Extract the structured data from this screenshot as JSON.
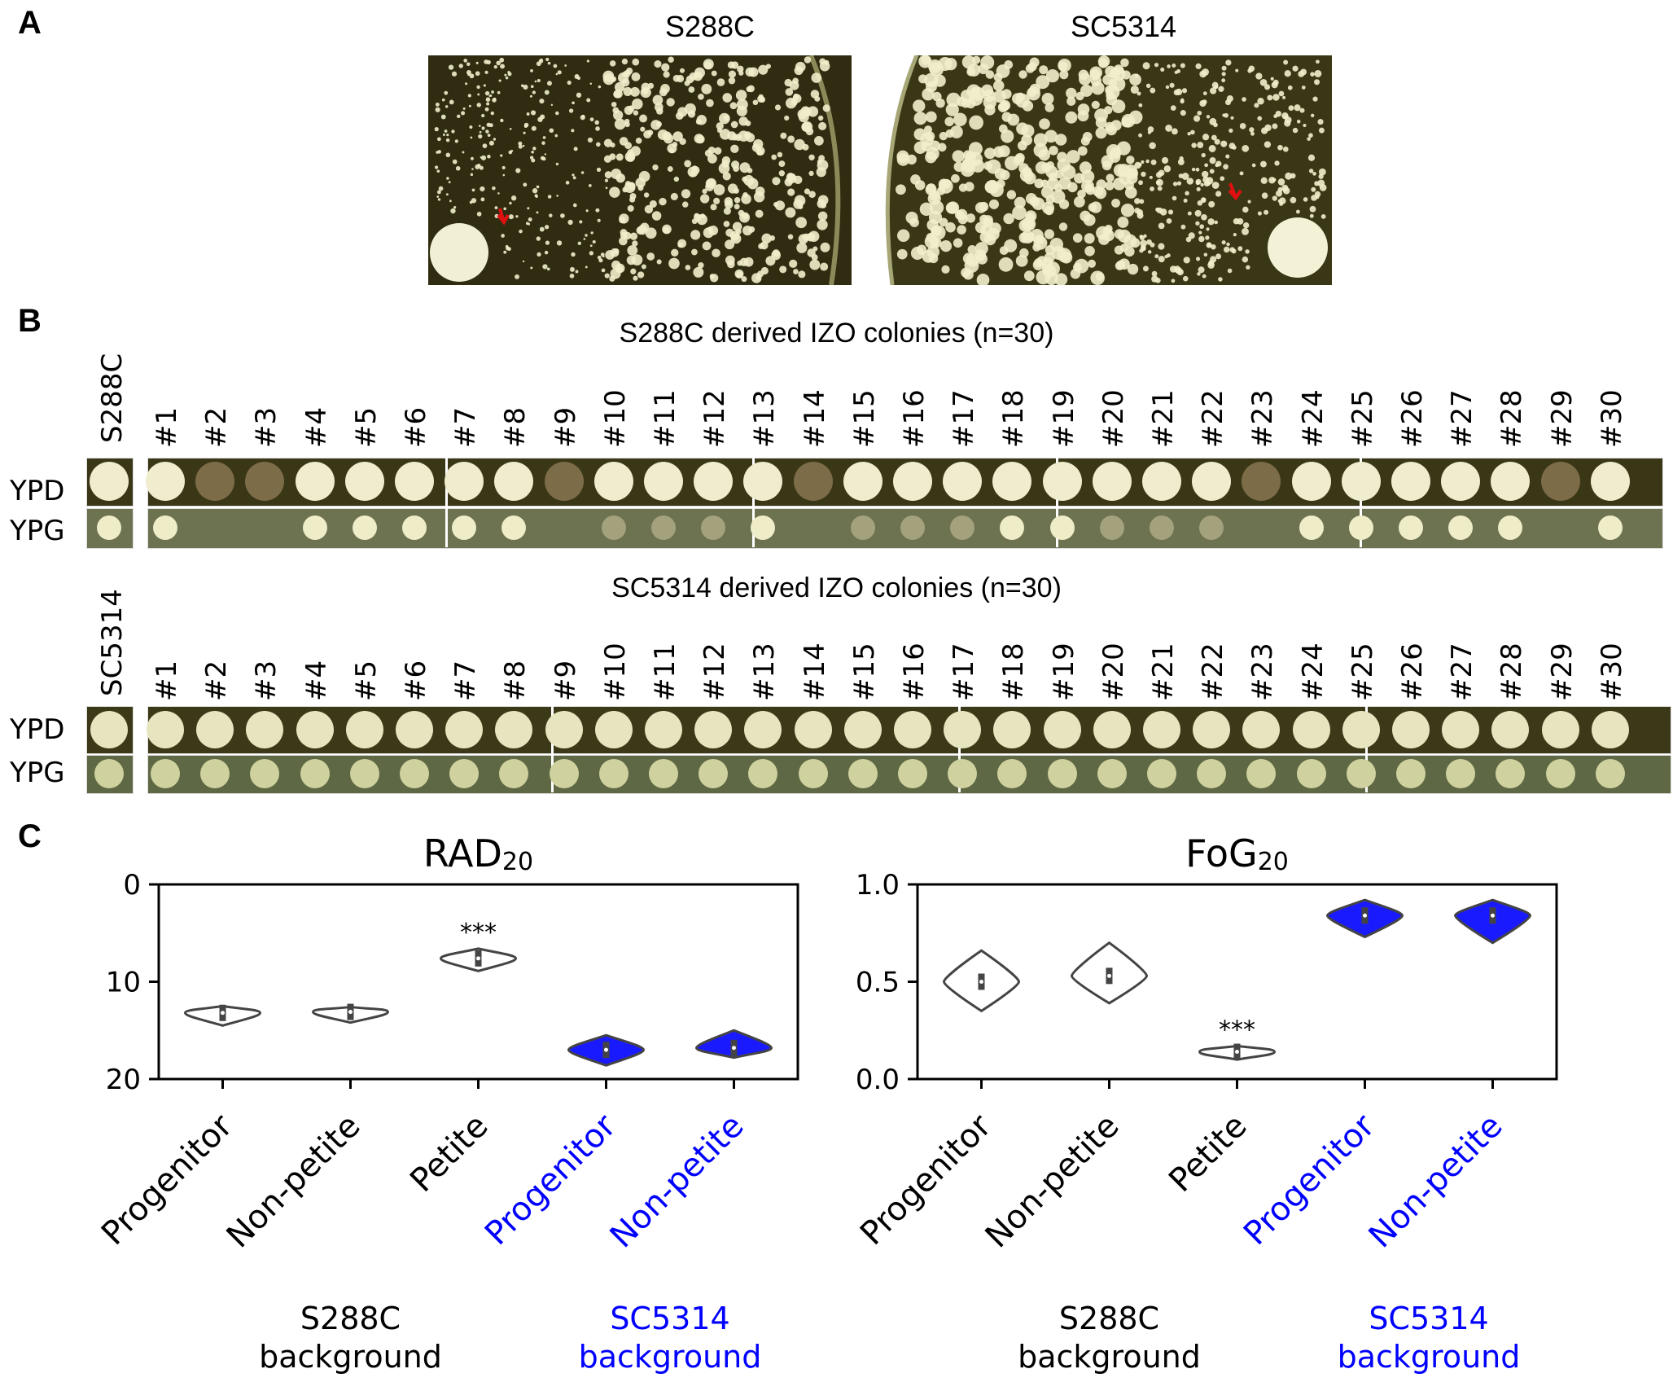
{
  "panels": {
    "a": "A",
    "b": "B",
    "c": "C"
  },
  "panel_a": {
    "left_title": "S288C",
    "right_title": "SC5314",
    "colors": {
      "plate_left": "#2f2c12",
      "plate_right": "#3a3716",
      "colony": "#f1eecb",
      "arrow": "#e01010"
    }
  },
  "panel_b": {
    "top": {
      "title": "S288C derived IZO colonies (n=30)",
      "control_label": "S288C",
      "ypd_label": "YPD",
      "ypg_label": "YPG",
      "numbers": [
        "#1",
        "#2",
        "#3",
        "#4",
        "#5",
        "#6",
        "#7",
        "#8",
        "#9",
        "#10",
        "#11",
        "#12",
        "#13",
        "#14",
        "#15",
        "#16",
        "#17",
        "#18",
        "#19",
        "#20",
        "#21",
        "#22",
        "#23",
        "#24",
        "#25",
        "#26",
        "#27",
        "#28",
        "#29",
        "#30"
      ],
      "petite": [
        2,
        3,
        9,
        14,
        23,
        29
      ],
      "ypg_faint": [
        10,
        11,
        12,
        15,
        16,
        17,
        20,
        21,
        22
      ]
    },
    "bottom": {
      "title": "SC5314 derived IZO colonies (n=30)",
      "control_label": "SC5314",
      "ypd_label": "YPD",
      "ypg_label": "YPG",
      "numbers": [
        "#1",
        "#2",
        "#3",
        "#4",
        "#5",
        "#6",
        "#7",
        "#8",
        "#9",
        "#10",
        "#11",
        "#12",
        "#13",
        "#14",
        "#15",
        "#16",
        "#17",
        "#18",
        "#19",
        "#20",
        "#21",
        "#22",
        "#23",
        "#24",
        "#25",
        "#26",
        "#27",
        "#28",
        "#29",
        "#30"
      ]
    }
  },
  "chart_data": [
    {
      "type": "violin",
      "title": "RAD20",
      "title_main": "RAD",
      "title_sub": "20",
      "y_inverted": true,
      "ylim": [
        0,
        20
      ],
      "yticks": [
        "0",
        "10",
        "20"
      ],
      "categories": [
        "Progenitor",
        "Non-petite",
        "Petite",
        "Progenitor",
        "Non-petite"
      ],
      "category_colors": [
        "#000000",
        "#000000",
        "#000000",
        "#0000ff",
        "#0000ff"
      ],
      "fills": [
        "#ffffff",
        "#ffffff",
        "#ffffff",
        "#1a1aff",
        "#1a1aff"
      ],
      "medians": [
        13.2,
        13.1,
        7.6,
        17,
        16.8
      ],
      "ranges": [
        [
          12.5,
          14.5
        ],
        [
          12.6,
          14.2
        ],
        [
          6.6,
          8.9
        ],
        [
          15.5,
          18.6
        ],
        [
          15.0,
          17.8
        ]
      ],
      "significance": [
        "",
        "",
        "***",
        "",
        ""
      ],
      "groups": [
        {
          "label_line1": "S288C",
          "label_line2": "background",
          "color": "#000000"
        },
        {
          "label_line1": "SC5314",
          "label_line2": "background",
          "color": "#0000ff"
        }
      ]
    },
    {
      "type": "violin",
      "title": "FoG20",
      "title_main": "FoG",
      "title_sub": "20",
      "ylim": [
        0,
        1
      ],
      "yticks": [
        "0.0",
        "0.5",
        "1.0"
      ],
      "categories": [
        "Progenitor",
        "Non-petite",
        "Petite",
        "Progenitor",
        "Non-petite"
      ],
      "category_colors": [
        "#000000",
        "#000000",
        "#000000",
        "#0000ff",
        "#0000ff"
      ],
      "fills": [
        "#ffffff",
        "#ffffff",
        "#ffffff",
        "#1a1aff",
        "#1a1aff"
      ],
      "medians": [
        0.5,
        0.53,
        0.14,
        0.84,
        0.84
      ],
      "ranges": [
        [
          0.35,
          0.66
        ],
        [
          0.39,
          0.7
        ],
        [
          0.1,
          0.17
        ],
        [
          0.73,
          0.92
        ],
        [
          0.7,
          0.92
        ]
      ],
      "significance": [
        "",
        "",
        "***",
        "",
        ""
      ],
      "groups": [
        {
          "label_line1": "S288C",
          "label_line2": "background",
          "color": "#000000"
        },
        {
          "label_line1": "SC5314",
          "label_line2": "background",
          "color": "#0000ff"
        }
      ]
    }
  ]
}
